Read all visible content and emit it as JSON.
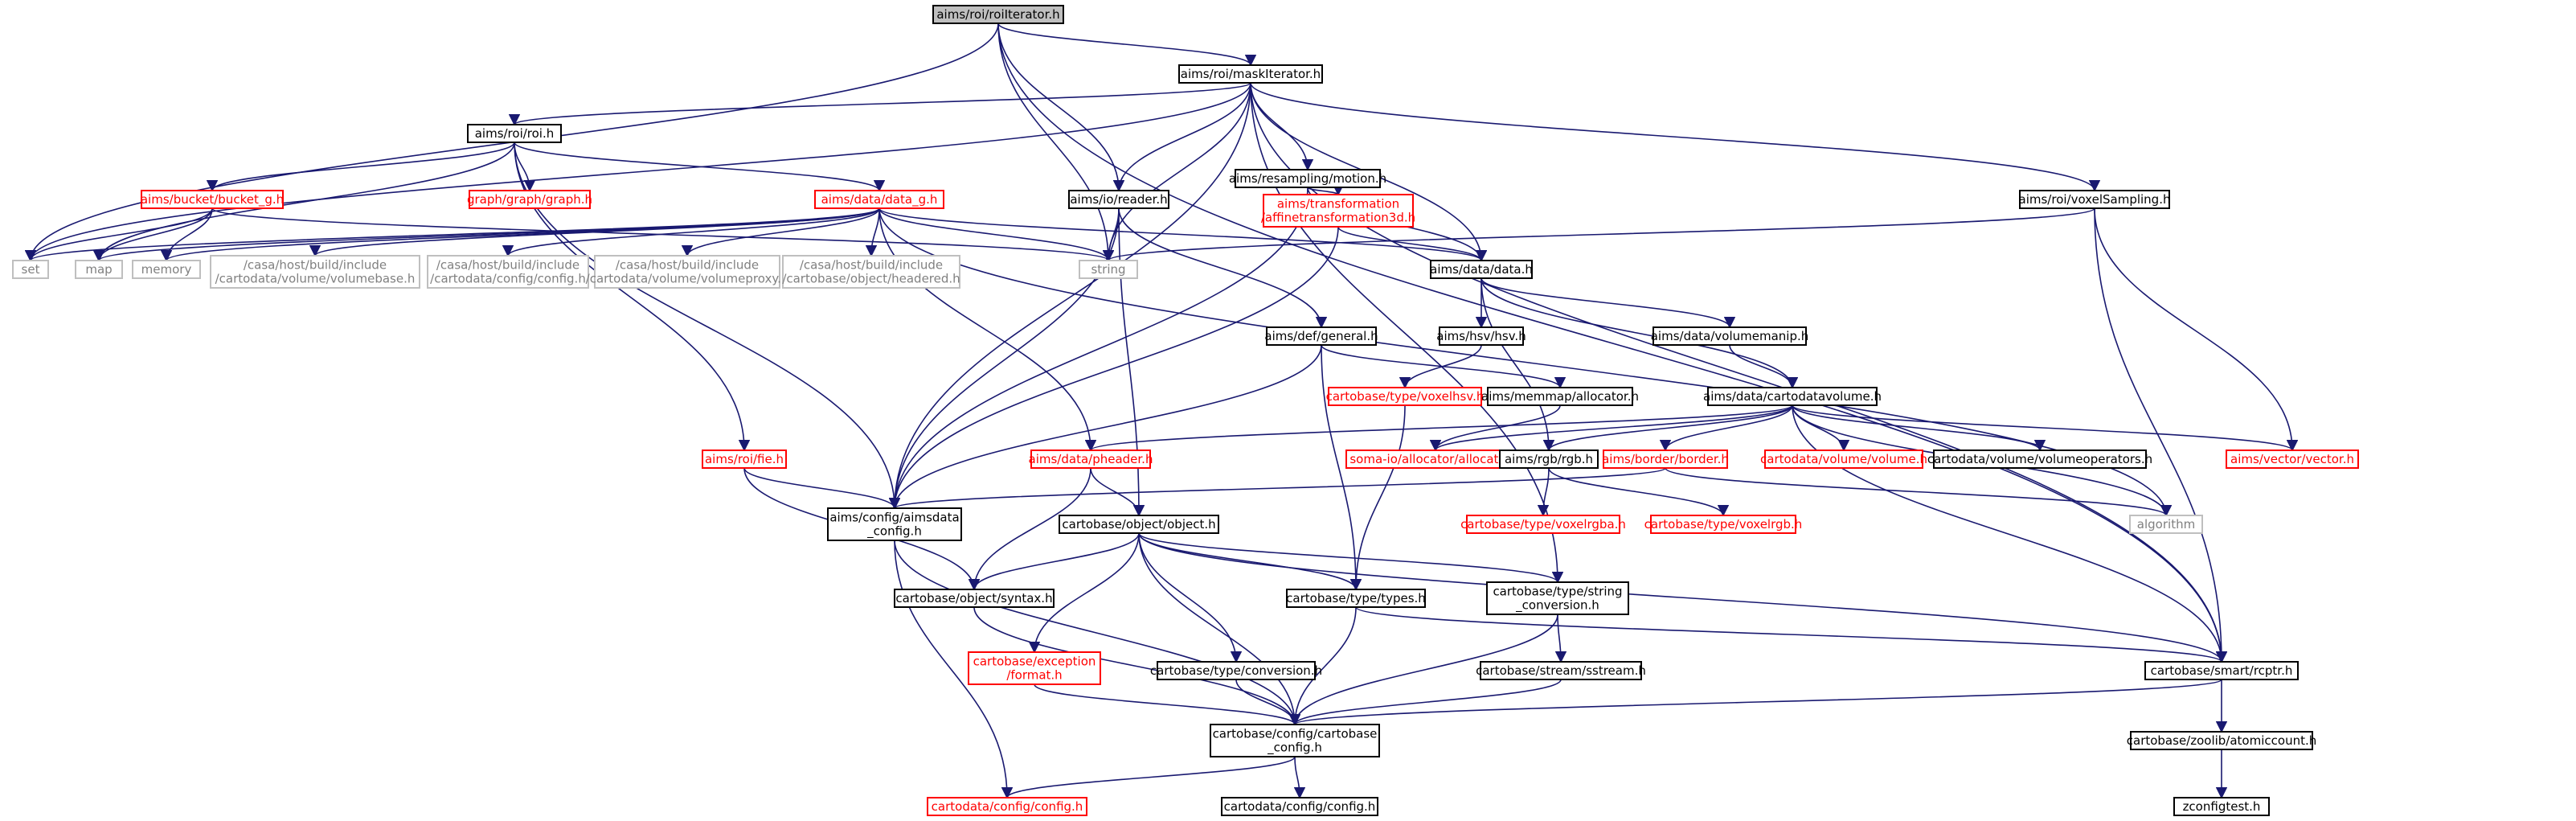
{
  "graph": {
    "colors": {
      "normal_border": "#000000",
      "normal_text": "#000000",
      "missing_border": "#ff0000",
      "missing_text": "#ff0000",
      "external_border": "#bfbfbf",
      "external_text": "#808080",
      "root_fill": "#bfbfbf",
      "edge": "#191970"
    },
    "nodes": [
      {
        "id": "roiiterator",
        "lines": [
          "aims/roi/roiIterator.h"
        ],
        "style": "root"
      },
      {
        "id": "maskiterator",
        "lines": [
          "aims/roi/maskIterator.h"
        ],
        "style": "normal"
      },
      {
        "id": "roi",
        "lines": [
          "aims/roi/roi.h"
        ],
        "style": "normal"
      },
      {
        "id": "motion",
        "lines": [
          "aims/resampling/motion.h"
        ],
        "style": "normal"
      },
      {
        "id": "graph",
        "lines": [
          "graph/graph/graph.h"
        ],
        "style": "missing"
      },
      {
        "id": "bucket_g",
        "lines": [
          "aims/bucket/bucket_g.h"
        ],
        "style": "missing"
      },
      {
        "id": "data_g",
        "lines": [
          "aims/data/data_g.h"
        ],
        "style": "missing"
      },
      {
        "id": "reader",
        "lines": [
          "aims/io/reader.h"
        ],
        "style": "normal"
      },
      {
        "id": "affine",
        "lines": [
          "aims/transformation",
          "/affinetransformation3d.h"
        ],
        "style": "missing"
      },
      {
        "id": "voxelsampling",
        "lines": [
          "aims/roi/voxelSampling.h"
        ],
        "style": "normal"
      },
      {
        "id": "set",
        "lines": [
          "set"
        ],
        "style": "external"
      },
      {
        "id": "map",
        "lines": [
          "map"
        ],
        "style": "external"
      },
      {
        "id": "memory",
        "lines": [
          "memory"
        ],
        "style": "external"
      },
      {
        "id": "volumebase",
        "lines": [
          "/casa/host/build/include",
          "/cartodata/volume/volumebase.h"
        ],
        "style": "external"
      },
      {
        "id": "cdconfig",
        "lines": [
          "/casa/host/build/include",
          "/cartodata/config/config.h"
        ],
        "style": "external"
      },
      {
        "id": "volumeproxy",
        "lines": [
          "/casa/host/build/include",
          "/cartodata/volume/volumeproxy.h"
        ],
        "style": "external"
      },
      {
        "id": "headered",
        "lines": [
          "/casa/host/build/include",
          "/cartobase/object/headered.h"
        ],
        "style": "external"
      },
      {
        "id": "string",
        "lines": [
          "string"
        ],
        "style": "external"
      },
      {
        "id": "data",
        "lines": [
          "aims/data/data.h"
        ],
        "style": "normal"
      },
      {
        "id": "hsv",
        "lines": [
          "aims/hsv/hsv.h"
        ],
        "style": "normal"
      },
      {
        "id": "volumemanip",
        "lines": [
          "aims/data/volumemanip.h"
        ],
        "style": "normal"
      },
      {
        "id": "general",
        "lines": [
          "aims/def/general.h"
        ],
        "style": "normal"
      },
      {
        "id": "voxelhsv",
        "lines": [
          "cartobase/type/voxelhsv.h"
        ],
        "style": "missing"
      },
      {
        "id": "allocator_h",
        "lines": [
          "aims/memmap/allocator.h"
        ],
        "style": "normal"
      },
      {
        "id": "cartodatavolume",
        "lines": [
          "aims/data/cartodatavolume.h"
        ],
        "style": "normal"
      },
      {
        "id": "fie",
        "lines": [
          "aims/roi/fie.h"
        ],
        "style": "missing"
      },
      {
        "id": "pheader",
        "lines": [
          "aims/data/pheader.h"
        ],
        "style": "missing"
      },
      {
        "id": "soma_alloc",
        "lines": [
          "soma-io/allocator/allocator.h"
        ],
        "style": "missing"
      },
      {
        "id": "rgb",
        "lines": [
          "aims/rgb/rgb.h"
        ],
        "style": "normal"
      },
      {
        "id": "border",
        "lines": [
          "aims/border/border.h"
        ],
        "style": "missing"
      },
      {
        "id": "volume_h",
        "lines": [
          "cartodata/volume/volume.h"
        ],
        "style": "missing"
      },
      {
        "id": "volumeops",
        "lines": [
          "cartodata/volume/volumeoperators.h"
        ],
        "style": "normal"
      },
      {
        "id": "vector",
        "lines": [
          "aims/vector/vector.h"
        ],
        "style": "missing"
      },
      {
        "id": "aimsdata_config",
        "lines": [
          "aims/config/aimsdata",
          "_config.h"
        ],
        "style": "normal"
      },
      {
        "id": "object",
        "lines": [
          "cartobase/object/object.h"
        ],
        "style": "normal"
      },
      {
        "id": "voxelrgba",
        "lines": [
          "cartobase/type/voxelrgba.h"
        ],
        "style": "missing"
      },
      {
        "id": "voxelrgb",
        "lines": [
          "cartobase/type/voxelrgb.h"
        ],
        "style": "missing"
      },
      {
        "id": "algorithm",
        "lines": [
          "algorithm"
        ],
        "style": "external"
      },
      {
        "id": "syntax",
        "lines": [
          "cartobase/object/syntax.h"
        ],
        "style": "normal"
      },
      {
        "id": "types",
        "lines": [
          "cartobase/type/types.h"
        ],
        "style": "normal"
      },
      {
        "id": "string_conv",
        "lines": [
          "cartobase/type/string",
          "_conversion.h"
        ],
        "style": "normal"
      },
      {
        "id": "exc_format",
        "lines": [
          "cartobase/exception",
          "/format.h"
        ],
        "style": "missing"
      },
      {
        "id": "conversion",
        "lines": [
          "cartobase/type/conversion.h"
        ],
        "style": "normal"
      },
      {
        "id": "sstream",
        "lines": [
          "cartobase/stream/sstream.h"
        ],
        "style": "normal"
      },
      {
        "id": "rcptr",
        "lines": [
          "cartobase/smart/rcptr.h"
        ],
        "style": "normal"
      },
      {
        "id": "cb_config",
        "lines": [
          "cartobase/config/cartobase",
          "_config.h"
        ],
        "style": "normal"
      },
      {
        "id": "atomiccount",
        "lines": [
          "cartobase/zoolib/atomiccount.h"
        ],
        "style": "normal"
      },
      {
        "id": "cd_config_red",
        "lines": [
          "cartodata/config/config.h"
        ],
        "style": "missing"
      },
      {
        "id": "cd_config",
        "lines": [
          "cartodata/config/config.h"
        ],
        "style": "normal"
      },
      {
        "id": "zconfigtest",
        "lines": [
          "zconfigtest.h"
        ],
        "style": "normal"
      }
    ],
    "edges": [
      [
        "roiiterator",
        "maskiterator"
      ],
      [
        "roiiterator",
        "set"
      ],
      [
        "roiiterator",
        "reader"
      ],
      [
        "roiiterator",
        "string"
      ],
      [
        "roiiterator",
        "rcptr"
      ],
      [
        "maskiterator",
        "roi"
      ],
      [
        "maskiterator",
        "motion"
      ],
      [
        "maskiterator",
        "reader"
      ],
      [
        "maskiterator",
        "data"
      ],
      [
        "maskiterator",
        "voxelsampling"
      ],
      [
        "maskiterator",
        "string"
      ],
      [
        "maskiterator",
        "set"
      ],
      [
        "maskiterator",
        "aimsdata_config"
      ],
      [
        "maskiterator",
        "string_conv"
      ],
      [
        "maskiterator",
        "rcptr"
      ],
      [
        "roi",
        "graph"
      ],
      [
        "roi",
        "bucket_g"
      ],
      [
        "roi",
        "data_g"
      ],
      [
        "roi",
        "fie"
      ],
      [
        "roi",
        "map"
      ],
      [
        "roi",
        "aimsdata_config"
      ],
      [
        "motion",
        "affine"
      ],
      [
        "motion",
        "data"
      ],
      [
        "motion",
        "aimsdata_config"
      ],
      [
        "bucket_g",
        "set"
      ],
      [
        "bucket_g",
        "map"
      ],
      [
        "bucket_g",
        "memory"
      ],
      [
        "bucket_g",
        "string"
      ],
      [
        "data_g",
        "set"
      ],
      [
        "data_g",
        "map"
      ],
      [
        "data_g",
        "memory"
      ],
      [
        "data_g",
        "volumebase"
      ],
      [
        "data_g",
        "cdconfig"
      ],
      [
        "data_g",
        "volumeproxy"
      ],
      [
        "data_g",
        "headered"
      ],
      [
        "data_g",
        "string"
      ],
      [
        "data_g",
        "data"
      ],
      [
        "data_g",
        "pheader"
      ],
      [
        "data_g",
        "algorithm"
      ],
      [
        "reader",
        "string"
      ],
      [
        "reader",
        "general"
      ],
      [
        "reader",
        "aimsdata_config"
      ],
      [
        "reader",
        "object"
      ],
      [
        "affine",
        "data"
      ],
      [
        "affine",
        "aimsdata_config"
      ],
      [
        "voxelsampling",
        "string"
      ],
      [
        "voxelsampling",
        "vector"
      ],
      [
        "voxelsampling",
        "rcptr"
      ],
      [
        "data",
        "hsv"
      ],
      [
        "data",
        "volumemanip"
      ],
      [
        "data",
        "cartodatavolume"
      ],
      [
        "data",
        "rgb"
      ],
      [
        "hsv",
        "voxelhsv"
      ],
      [
        "volumemanip",
        "cartodatavolume"
      ],
      [
        "general",
        "allocator_h"
      ],
      [
        "general",
        "types"
      ],
      [
        "general",
        "aimsdata_config"
      ],
      [
        "voxelhsv",
        "types"
      ],
      [
        "allocator_h",
        "soma_alloc"
      ],
      [
        "cartodatavolume",
        "pheader"
      ],
      [
        "cartodatavolume",
        "soma_alloc"
      ],
      [
        "cartodatavolume",
        "rgb"
      ],
      [
        "cartodatavolume",
        "border"
      ],
      [
        "cartodatavolume",
        "volume_h"
      ],
      [
        "cartodatavolume",
        "volumeops"
      ],
      [
        "cartodatavolume",
        "vector"
      ],
      [
        "cartodatavolume",
        "algorithm"
      ],
      [
        "cartodatavolume",
        "rcptr"
      ],
      [
        "fie",
        "aimsdata_config"
      ],
      [
        "fie",
        "syntax"
      ],
      [
        "pheader",
        "object"
      ],
      [
        "pheader",
        "syntax"
      ],
      [
        "rgb",
        "voxelrgba"
      ],
      [
        "rgb",
        "voxelrgb"
      ],
      [
        "border",
        "aimsdata_config"
      ],
      [
        "border",
        "algorithm"
      ],
      [
        "aimsdata_config",
        "cb_config"
      ],
      [
        "aimsdata_config",
        "cd_config_red"
      ],
      [
        "object",
        "syntax"
      ],
      [
        "object",
        "types"
      ],
      [
        "object",
        "string_conv"
      ],
      [
        "object",
        "exc_format"
      ],
      [
        "object",
        "conversion"
      ],
      [
        "object",
        "cb_config"
      ],
      [
        "object",
        "rcptr"
      ],
      [
        "syntax",
        "cb_config"
      ],
      [
        "types",
        "cb_config"
      ],
      [
        "types",
        "rcptr"
      ],
      [
        "string_conv",
        "sstream"
      ],
      [
        "string_conv",
        "cb_config"
      ],
      [
        "exc_format",
        "cb_config"
      ],
      [
        "conversion",
        "cb_config"
      ],
      [
        "sstream",
        "cb_config"
      ],
      [
        "rcptr",
        "cb_config"
      ],
      [
        "rcptr",
        "atomiccount"
      ],
      [
        "cb_config",
        "cd_config_red"
      ],
      [
        "cb_config",
        "cd_config"
      ],
      [
        "atomiccount",
        "zconfigtest"
      ]
    ]
  }
}
